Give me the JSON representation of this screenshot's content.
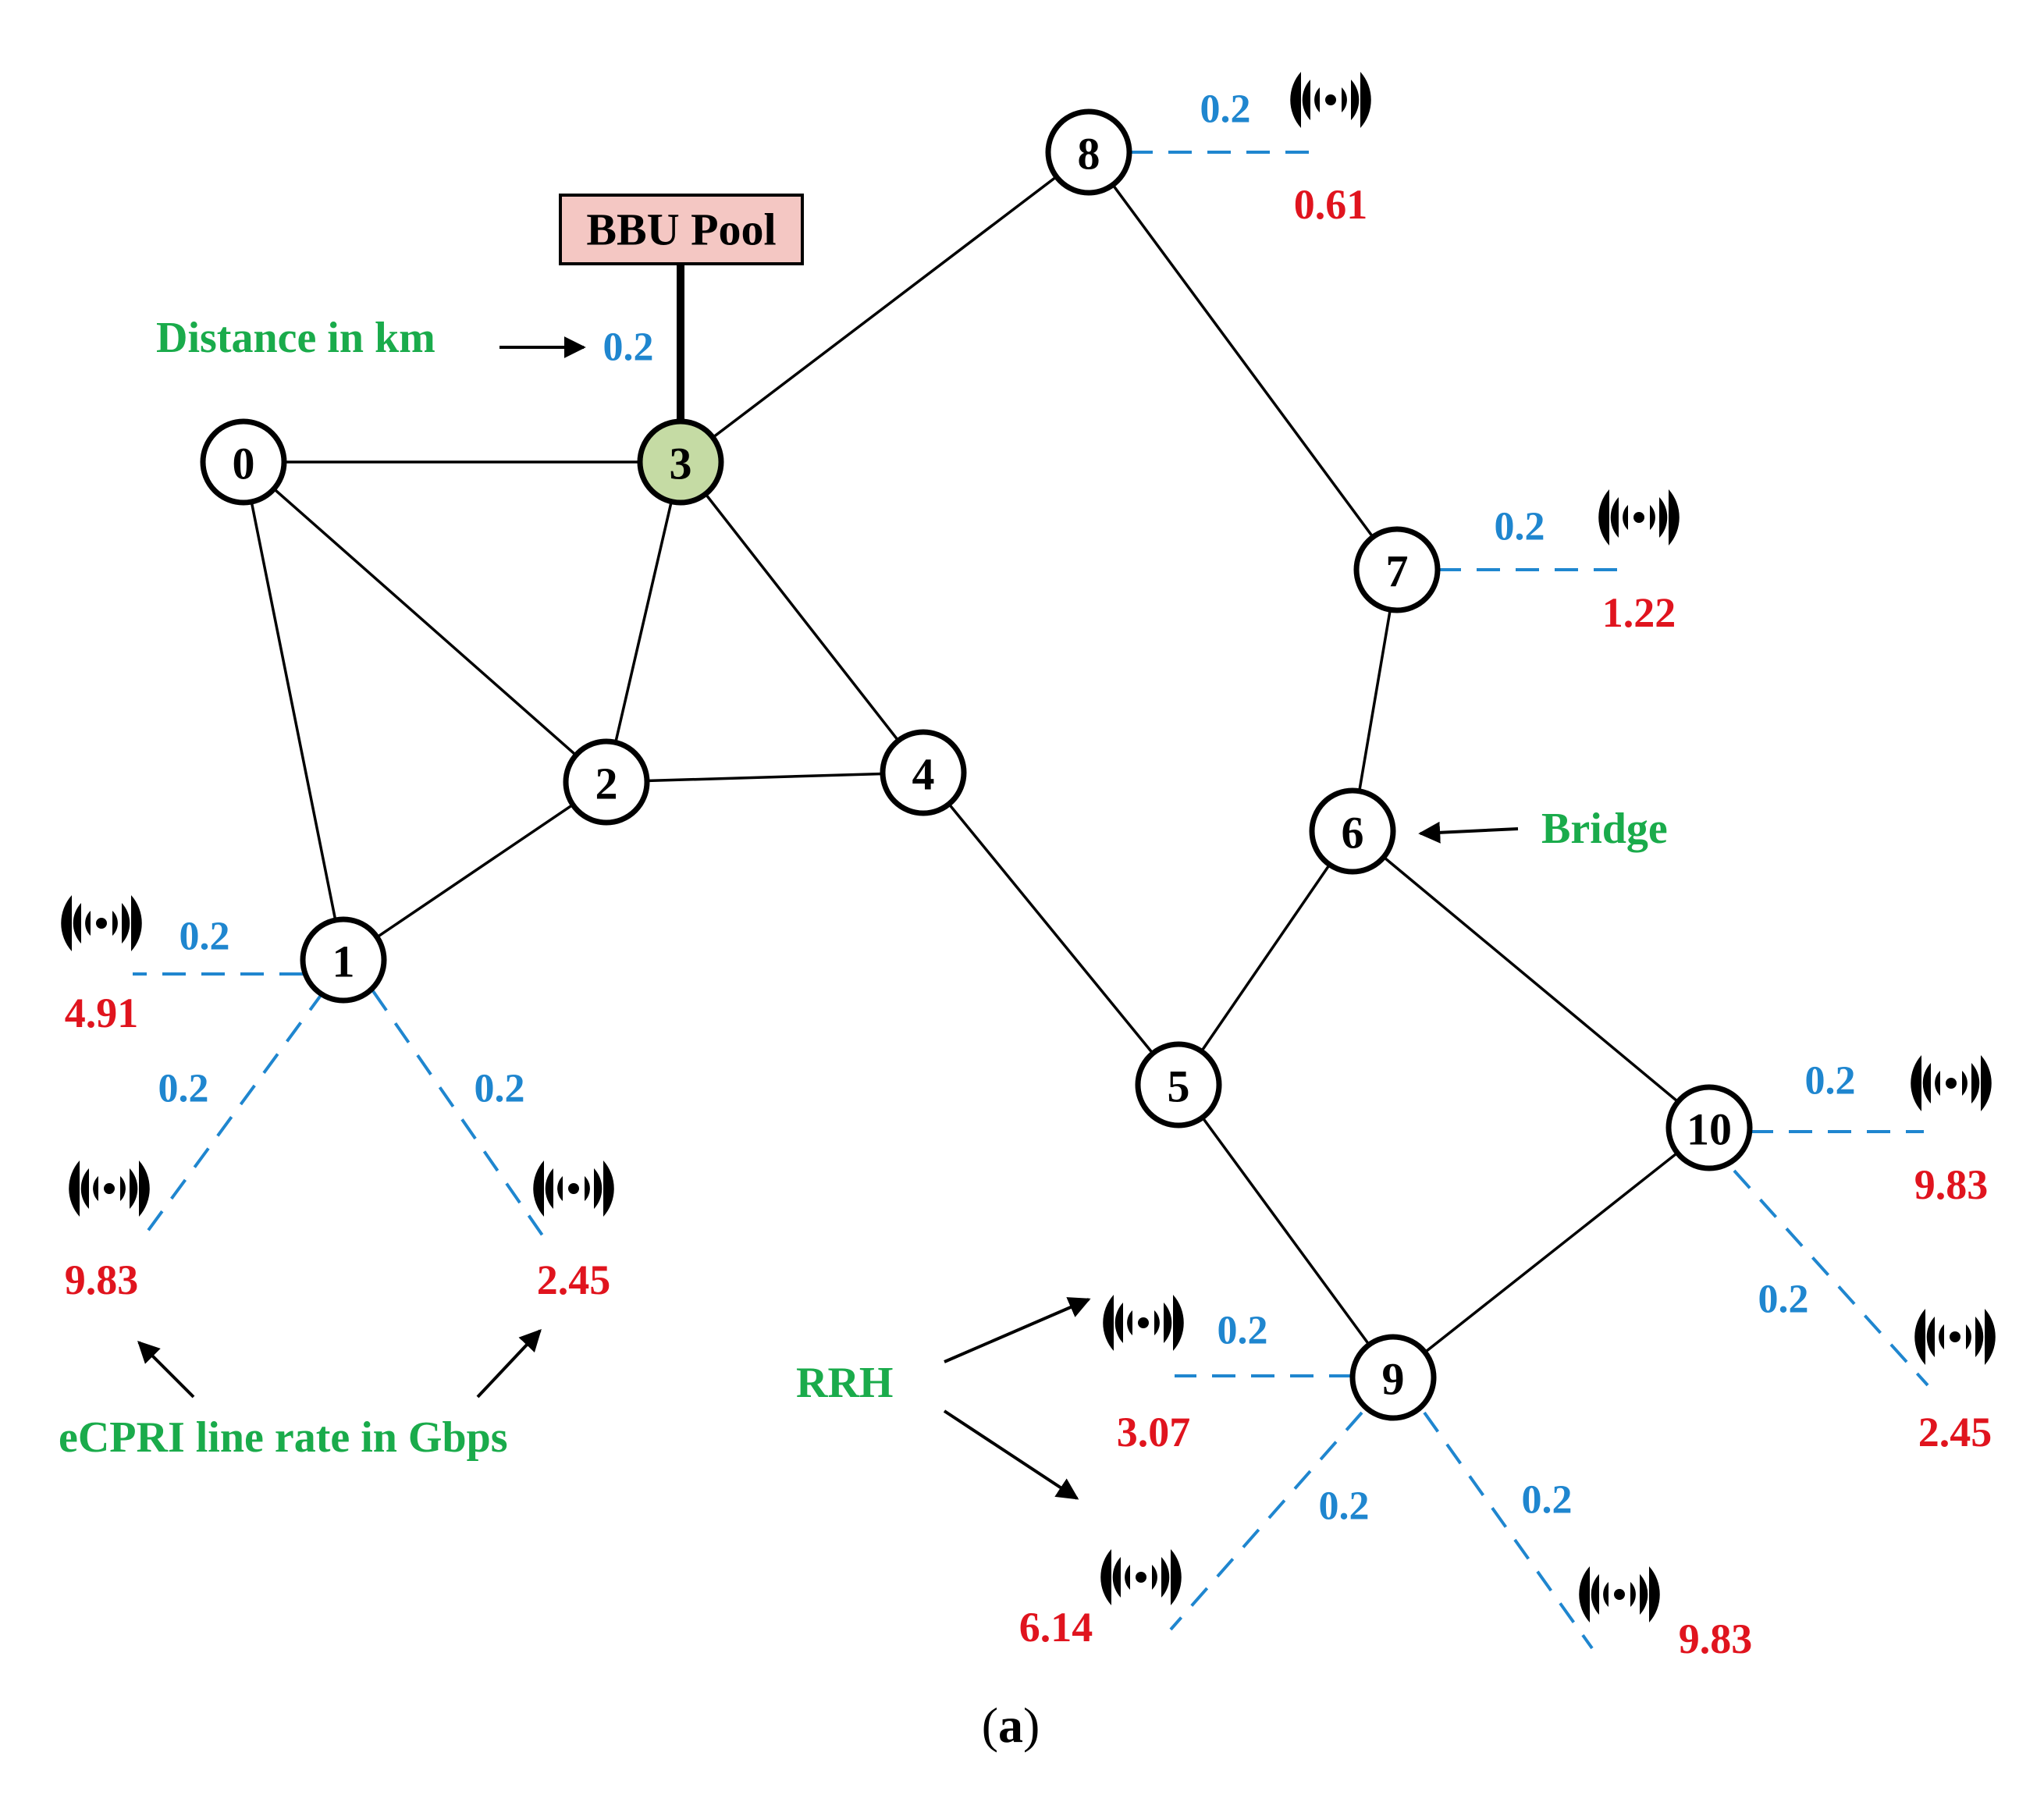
{
  "bbu_pool": {
    "label": "BBU Pool",
    "link_distance": "0.2"
  },
  "nodes": [
    {
      "id": "0",
      "label": "0"
    },
    {
      "id": "1",
      "label": "1"
    },
    {
      "id": "2",
      "label": "2"
    },
    {
      "id": "3",
      "label": "3",
      "bbu_host": true
    },
    {
      "id": "4",
      "label": "4"
    },
    {
      "id": "5",
      "label": "5"
    },
    {
      "id": "6",
      "label": "6"
    },
    {
      "id": "7",
      "label": "7"
    },
    {
      "id": "8",
      "label": "8"
    },
    {
      "id": "9",
      "label": "9"
    },
    {
      "id": "10",
      "label": "10"
    }
  ],
  "edges": [
    [
      "0",
      "3"
    ],
    [
      "0",
      "2"
    ],
    [
      "0",
      "1"
    ],
    [
      "1",
      "2"
    ],
    [
      "2",
      "3"
    ],
    [
      "2",
      "4"
    ],
    [
      "3",
      "4"
    ],
    [
      "3",
      "8"
    ],
    [
      "8",
      "7"
    ],
    [
      "7",
      "6"
    ],
    [
      "4",
      "5"
    ],
    [
      "5",
      "6"
    ],
    [
      "6",
      "10"
    ],
    [
      "5",
      "9"
    ],
    [
      "9",
      "10"
    ]
  ],
  "rrhs": [
    {
      "node": "8",
      "distance": "0.2",
      "rate": "0.61"
    },
    {
      "node": "7",
      "distance": "0.2",
      "rate": "1.22"
    },
    {
      "node": "1",
      "distance": "0.2",
      "rate": "4.91"
    },
    {
      "node": "1",
      "distance": "0.2",
      "rate": "9.83"
    },
    {
      "node": "1",
      "distance": "0.2",
      "rate": "2.45"
    },
    {
      "node": "10",
      "distance": "0.2",
      "rate": "9.83"
    },
    {
      "node": "10",
      "distance": "0.2",
      "rate": "2.45"
    },
    {
      "node": "9",
      "distance": "0.2",
      "rate": "3.07"
    },
    {
      "node": "9",
      "distance": "0.2",
      "rate": "6.14"
    },
    {
      "node": "9",
      "distance": "0.2",
      "rate": "9.83"
    }
  ],
  "annotations": {
    "distance": "Distance in km",
    "bridge": "Bridge",
    "rrh": "RRH",
    "line_rate": "eCPRI line rate in Gbps"
  },
  "caption": {
    "open": "(",
    "letter": "a",
    "close": ")"
  },
  "colors": {
    "distance": "#1f86cf",
    "rate": "#e0141e",
    "annotation": "#1aab4b",
    "bbu_pool_fill": "#f4c7c3",
    "bbu_node_fill": "#c5dba4"
  }
}
